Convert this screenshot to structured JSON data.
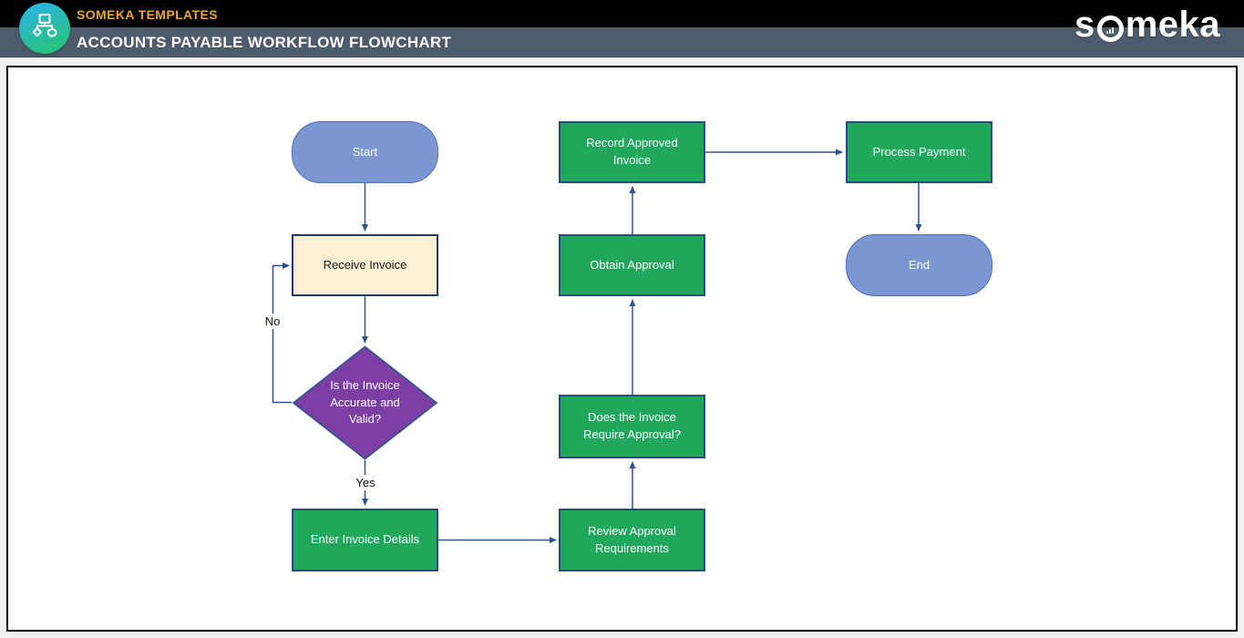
{
  "header": {
    "brand": "SOMEKA TEMPLATES",
    "title": "ACCOUNTS PAYABLE WORKFLOW FLOWCHART",
    "logo_icon": "flowchart-icon",
    "wordmark_pre": "s",
    "wordmark_post": "meka"
  },
  "colors": {
    "header_bar_top": "#000000",
    "header_bar_bottom": "#4d5b6c",
    "brand_text": "#eda62c",
    "title_text": "#ffffff",
    "canvas_background": "#ffffff",
    "canvas_border": "#000000",
    "terminator_fill": "#7c96d2",
    "terminator_border": "#4a70b8",
    "input_fill": "#fbf0d3",
    "input_border": "#1f3864",
    "process_fill": "#20a75c",
    "process_border": "#2a4a80",
    "decision_fill": "#7d3fa3",
    "decision_border": "#35548f",
    "connector": "#2f5496",
    "logo_gradient_start": "#2ab5d8",
    "logo_gradient_end": "#29c17c"
  },
  "flowchart": {
    "nodes": [
      {
        "id": "start",
        "shape": "terminator",
        "label": "Start"
      },
      {
        "id": "receive-invoice",
        "shape": "input",
        "label": "Receive Invoice"
      },
      {
        "id": "invoice-accurate-decision",
        "shape": "decision",
        "label": "Is the Invoice Accurate and Valid?"
      },
      {
        "id": "enter-invoice-details",
        "shape": "process",
        "label": "Enter Invoice Details"
      },
      {
        "id": "review-approval-requirements",
        "shape": "process",
        "label": "Review Approval Requirements"
      },
      {
        "id": "does-invoice-require-approval",
        "shape": "process",
        "label": "Does the Invoice Require Approval?"
      },
      {
        "id": "obtain-approval",
        "shape": "process",
        "label": "Obtain Approval"
      },
      {
        "id": "record-approved-invoice",
        "shape": "process",
        "label": "Record Approved Invoice"
      },
      {
        "id": "process-payment",
        "shape": "process",
        "label": "Process Payment"
      },
      {
        "id": "end",
        "shape": "terminator",
        "label": "End"
      }
    ],
    "edge_labels": {
      "no": "No",
      "yes": "Yes"
    }
  }
}
